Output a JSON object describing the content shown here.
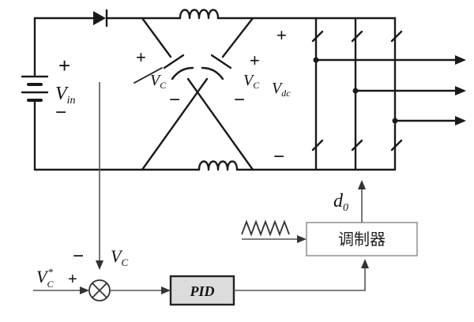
{
  "labels": {
    "v_in": "V",
    "v_in_sub": "in",
    "v_c_left": "V",
    "v_c_left_sub": "C",
    "v_c_right": "V",
    "v_c_right_sub": "C",
    "v_dc": "V",
    "v_dc_sub": "dc",
    "v_c_fb": "V",
    "v_c_fb_sub": "C",
    "v_ref": "V",
    "v_ref_sub": "C",
    "v_ref_sup": "*",
    "d0": "d",
    "d0_sub": "0"
  },
  "signs": {
    "vin_plus": "+",
    "vin_minus": "−",
    "capL_plus": "+",
    "capL_minus": "−",
    "capR_plus": "+",
    "capR_minus": "−",
    "dc_plus": "+",
    "dc_minus": "−",
    "sum_minus": "−",
    "sum_plus": "+"
  },
  "blocks": {
    "pid": "PID",
    "modulator": "调制器"
  }
}
